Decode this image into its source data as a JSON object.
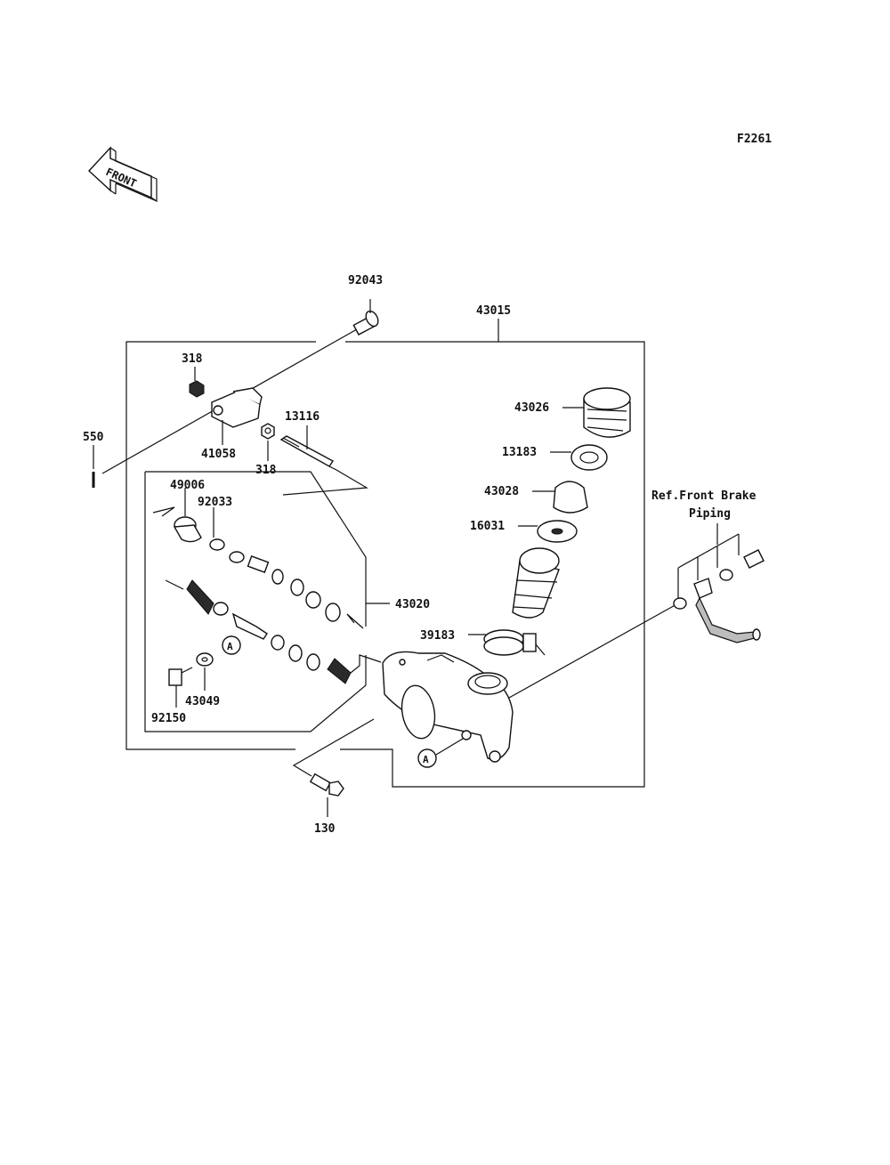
{
  "diagram_code": "F2261",
  "front_arrow_text": "FRONT",
  "reference_marker": "A",
  "note": {
    "line1": "Ref.Front Brake",
    "line2": "Piping"
  },
  "part_labels": {
    "p92043": "92043",
    "p43015": "43015",
    "p318a": "318",
    "p318b": "318",
    "p550": "550",
    "p41058": "41058",
    "p13116": "13116",
    "p43026": "43026",
    "p13183": "13183",
    "p43028": "43028",
    "p16031": "16031",
    "p49006": "49006",
    "p92033": "92033",
    "p43020": "43020",
    "p39183": "39183",
    "p43049": "43049",
    "p92150": "92150",
    "p130": "130"
  }
}
